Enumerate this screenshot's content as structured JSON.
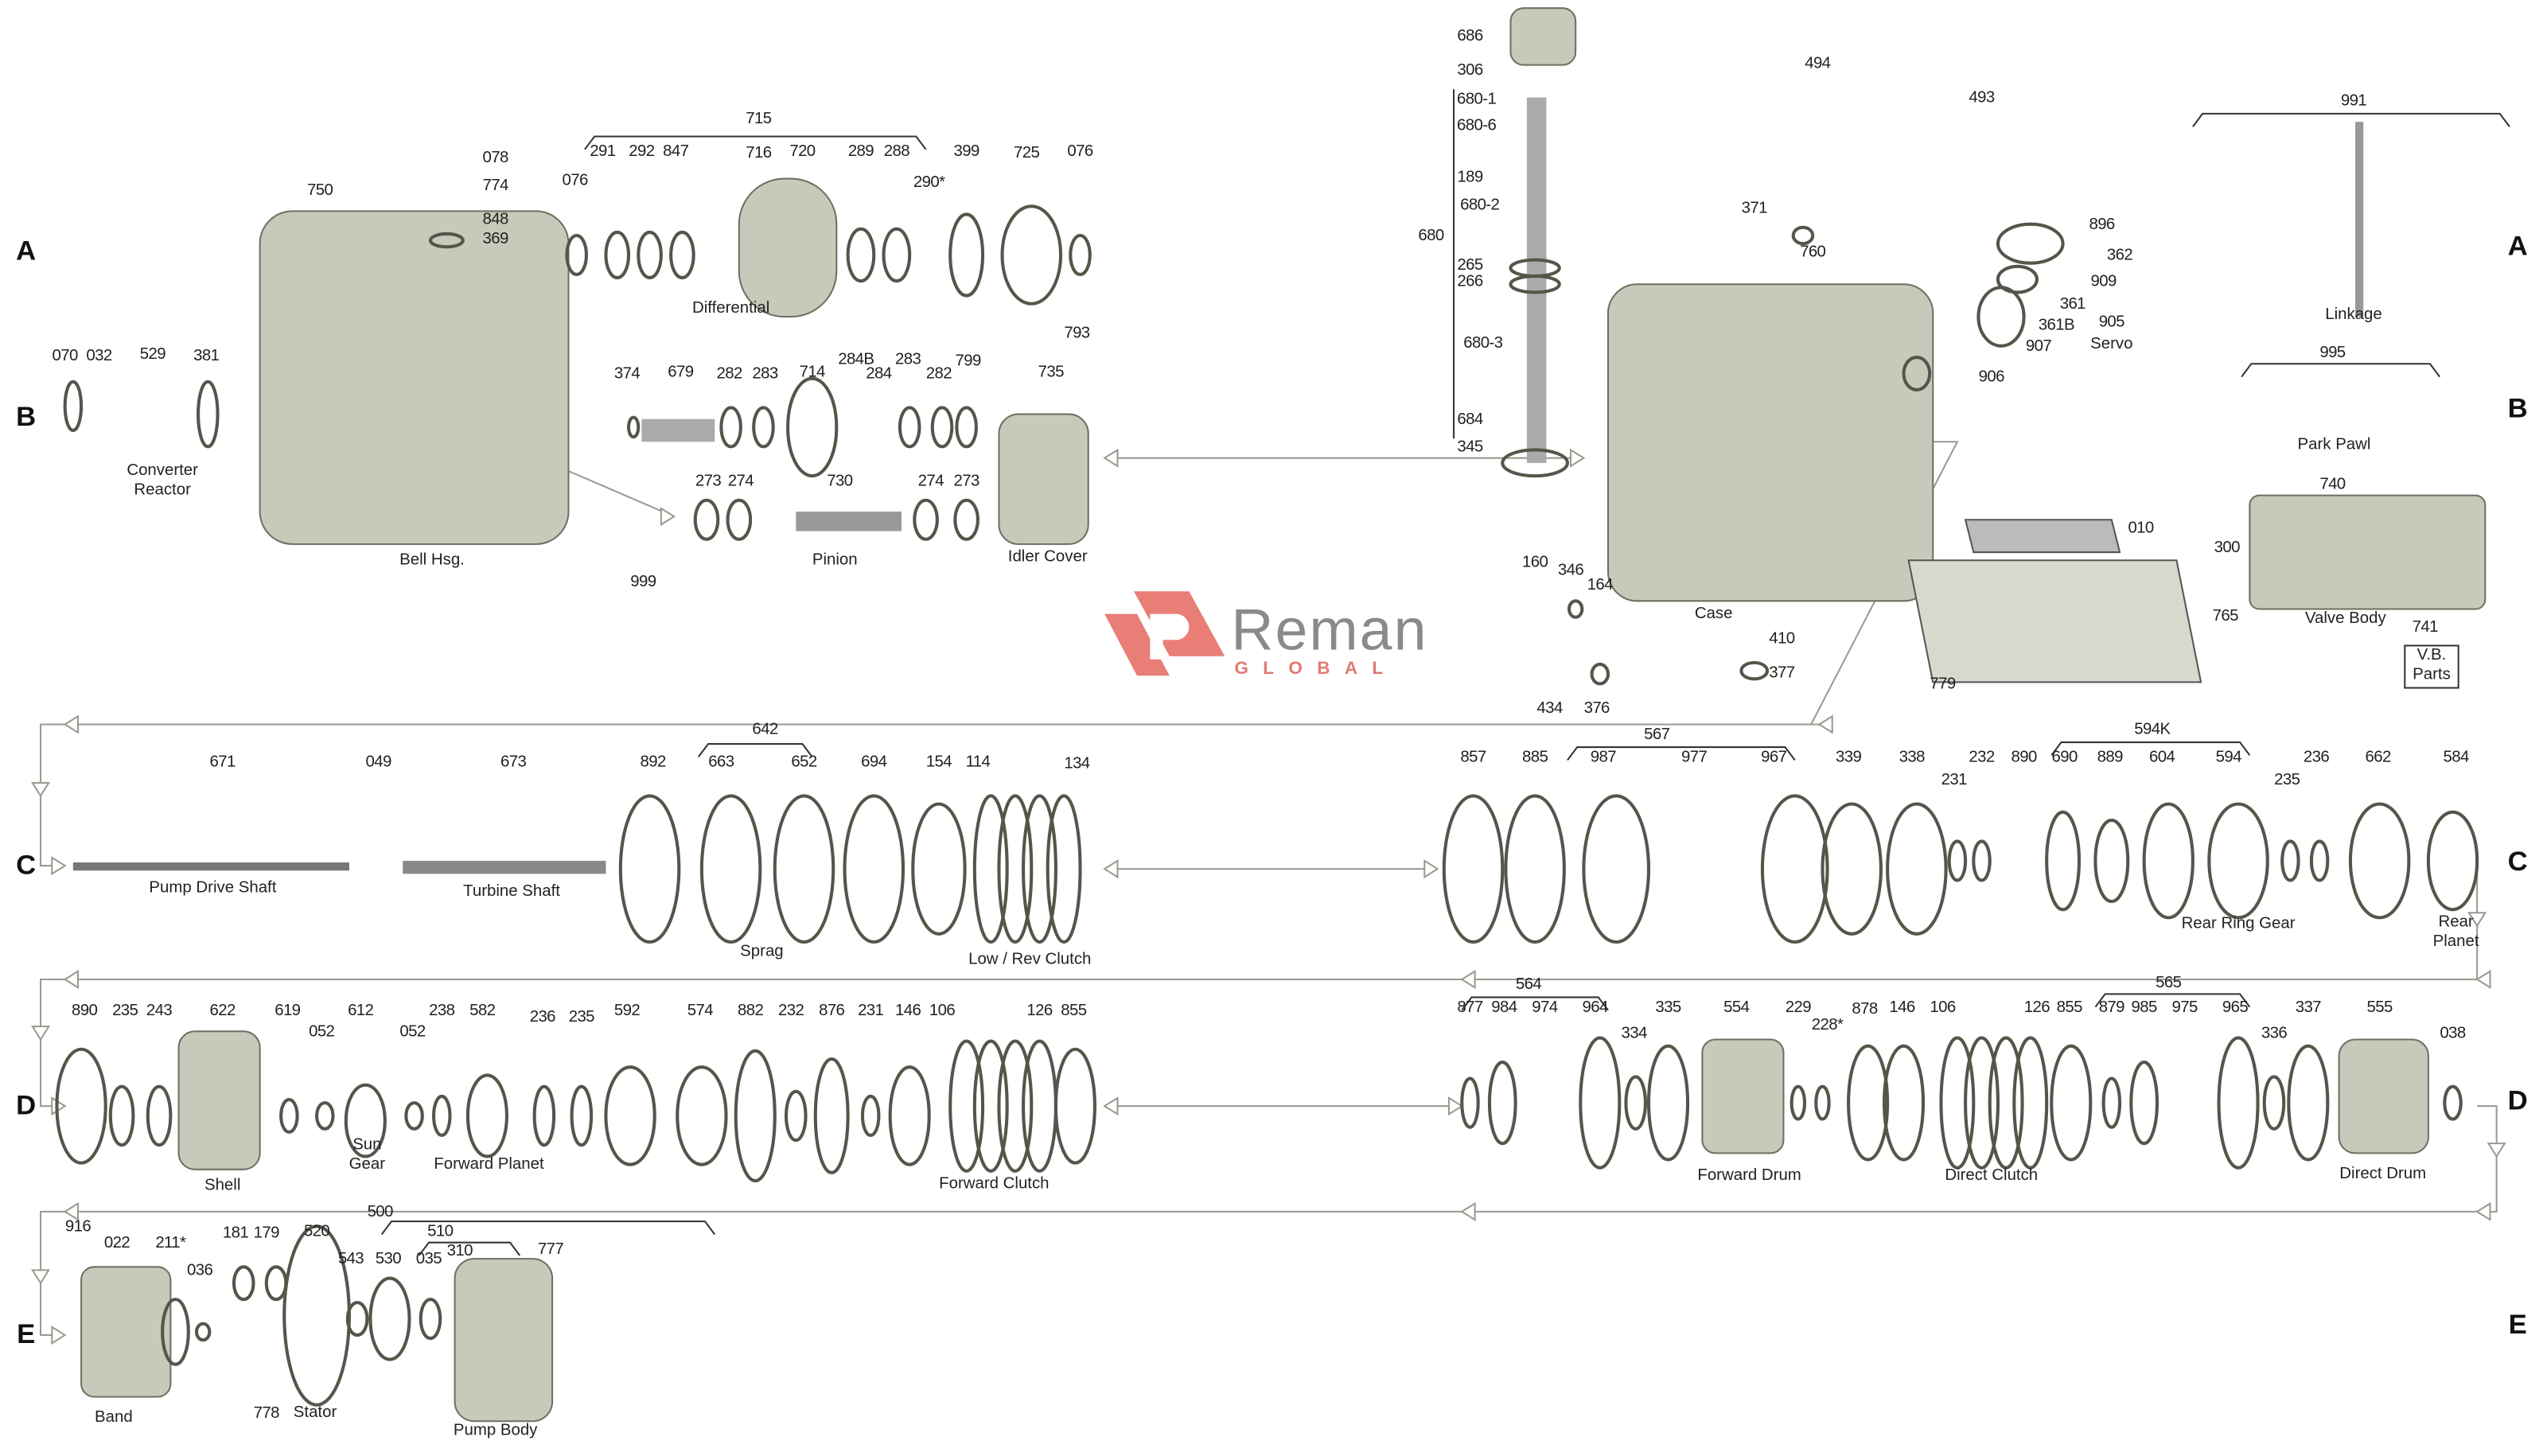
{
  "row_markers": [
    "A",
    "B",
    "C",
    "D",
    "E"
  ],
  "logo": {
    "name": "Reman",
    "sub": "GLOBAL",
    "brand_color": "#e87e76",
    "text_color": "#8a8a8a"
  },
  "callouts": [
    "715",
    "291",
    "292",
    "847",
    "716",
    "720",
    "289",
    "288",
    "290*",
    "399",
    "725",
    "076",
    "076",
    "078",
    "774",
    "848",
    "369",
    "750",
    "793",
    "070",
    "032",
    "529",
    "381",
    "374",
    "679",
    "282",
    "283",
    "714",
    "284B",
    "284",
    "283",
    "282",
    "799",
    "735",
    "273",
    "274",
    "730",
    "274",
    "273",
    "999",
    "686",
    "306",
    "680-1",
    "680-6",
    "189",
    "680-2",
    "680",
    "265",
    "266",
    "680-3",
    "684",
    "345",
    "494",
    "493",
    "371",
    "760",
    "896",
    "362",
    "909",
    "361",
    "361B",
    "905",
    "907",
    "906",
    "160",
    "346",
    "164",
    "410",
    "377",
    "434",
    "376",
    "010",
    "300",
    "765",
    "779",
    "991",
    "995",
    "740",
    "741",
    "671",
    "049",
    "673",
    "892",
    "642",
    "663",
    "652",
    "694",
    "154",
    "114",
    "134",
    "857",
    "885",
    "567",
    "987",
    "977",
    "967",
    "339",
    "338",
    "232",
    "231",
    "890",
    "594K",
    "690",
    "889",
    "604",
    "594",
    "236",
    "235",
    "662",
    "584",
    "890",
    "235",
    "243",
    "622",
    "619",
    "052",
    "612",
    "052",
    "238",
    "582",
    "236",
    "235",
    "592",
    "574",
    "882",
    "232",
    "876",
    "231",
    "146",
    "106",
    "126",
    "855",
    "564",
    "877",
    "984",
    "974",
    "964",
    "334",
    "335",
    "554",
    "229",
    "228*",
    "878",
    "146",
    "106",
    "565",
    "126",
    "855",
    "879",
    "985",
    "975",
    "965",
    "336",
    "337",
    "555",
    "038",
    "500",
    "916",
    "022",
    "211*",
    "036",
    "181",
    "179",
    "520",
    "510",
    "543",
    "530",
    "035",
    "310",
    "777",
    "778"
  ],
  "part_names": [
    "Differential",
    "Converter",
    "Reactor",
    "Bell Hsg.",
    "Pinion",
    "Idler Cover",
    "Servo",
    "Case",
    "Linkage",
    "Park Pawl",
    "Valve Body",
    "Pump Drive Shaft",
    "Turbine Shaft",
    "Sprag",
    "Low / Rev Clutch",
    "Rear Ring Gear",
    "Rear",
    "Planet",
    "Shell",
    "Sun",
    "Gear",
    "Forward Planet",
    "Forward Clutch",
    "Forward Drum",
    "Direct Clutch",
    "Direct Drum",
    "Band",
    "Stator",
    "Pump Body"
  ],
  "vb_parts": {
    "line1": "V.B.",
    "line2": "Parts"
  }
}
